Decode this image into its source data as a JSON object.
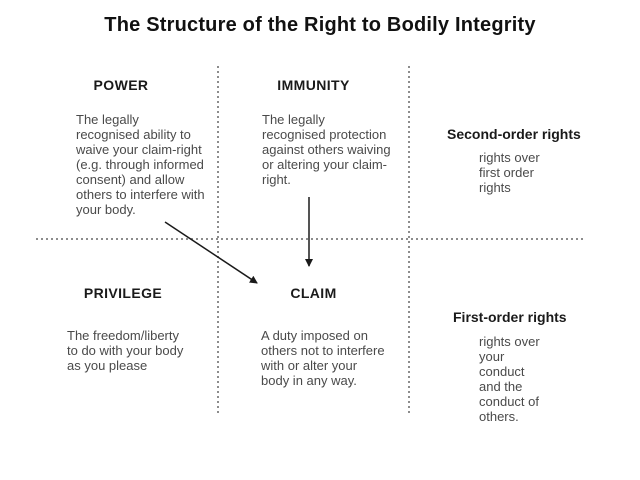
{
  "title": "The Structure of the Right to Bodily Integrity",
  "quadrants": {
    "power": {
      "heading": "POWER",
      "body": "The legally\nrecognised ability to\nwaive your claim-right\n(e.g. through informed\nconsent) and allow\nothers to interfere with\nyour body."
    },
    "immunity": {
      "heading": "IMMUNITY",
      "body": "The legally\nrecognised protection\nagainst others waiving\nor altering your claim-\nright."
    },
    "privilege": {
      "heading": "PRIVILEGE",
      "body": "The freedom/liberty\nto do with your body\nas you please"
    },
    "claim": {
      "heading": "CLAIM",
      "body": "A duty imposed on\nothers not to interfere\nwith or alter your\nbody in any way."
    }
  },
  "side_labels": {
    "second_order": {
      "heading": "Second-order rights",
      "body": "rights over\nfirst order\nrights"
    },
    "first_order": {
      "heading": "First-order rights",
      "body": "rights over\nyour\nconduct\nand the\nconduct of\nothers."
    }
  },
  "arrows": [
    {
      "name": "power-to-claim",
      "from": "POWER",
      "to": "CLAIM"
    },
    {
      "name": "immunity-to-claim",
      "from": "IMMUNITY",
      "to": "CLAIM"
    }
  ],
  "colors": {
    "background": "#ffffff",
    "title_text": "#111111",
    "heading_text": "#1a1a1a",
    "body_text": "#4a4a4a",
    "dotted_line": "#8c8c8c",
    "arrow": "#1a1a1a"
  }
}
